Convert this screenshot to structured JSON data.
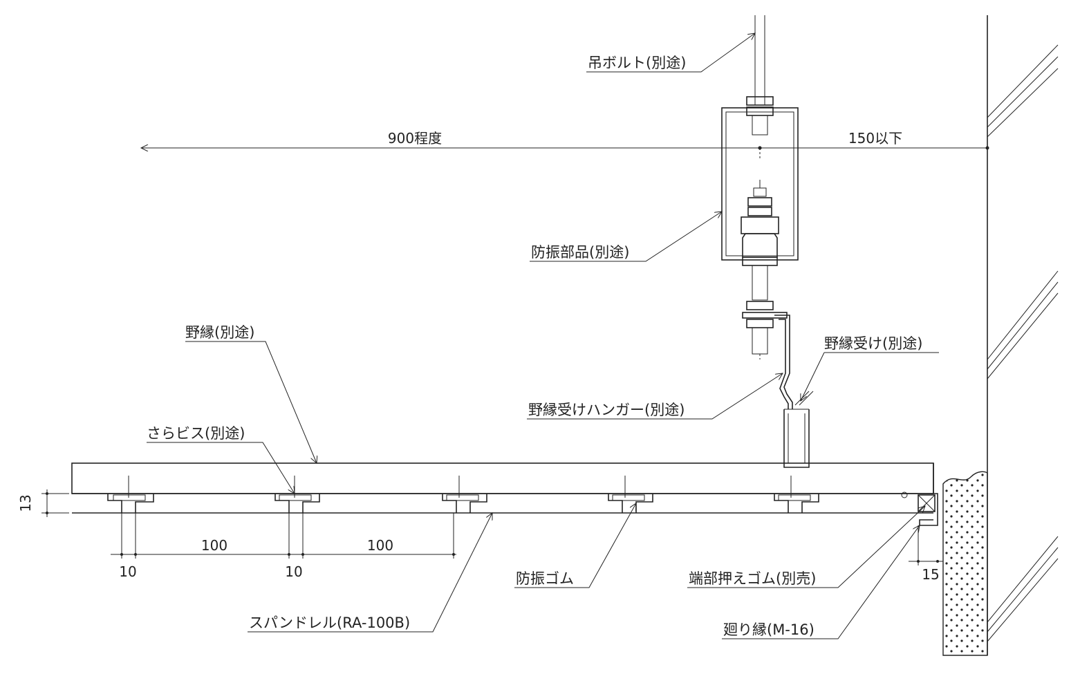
{
  "labels": {
    "hanging_bolt": "吊ボルト(別途)",
    "anti_vibration_part": "防振部品(別途)",
    "furring": "野縁(別途)",
    "furring_receiver": "野縁受け(別途)",
    "furring_receiver_hanger": "野縁受けハンガー(別途)",
    "countersunk_screw": "さらビス(別途)",
    "anti_vibration_rubber": "防振ゴム",
    "end_rubber": "端部押えゴム(別売)",
    "spandrel": "スパンドレル(RA-100B)",
    "edge_molding": "廻り縁(M-16)"
  },
  "dimensions": {
    "span": "900程度",
    "wall_distance": "150以下",
    "thickness": "13",
    "pitch_1": "100",
    "pitch_2": "100",
    "gap_1": "10",
    "gap_2": "10",
    "edge_gap": "15"
  }
}
